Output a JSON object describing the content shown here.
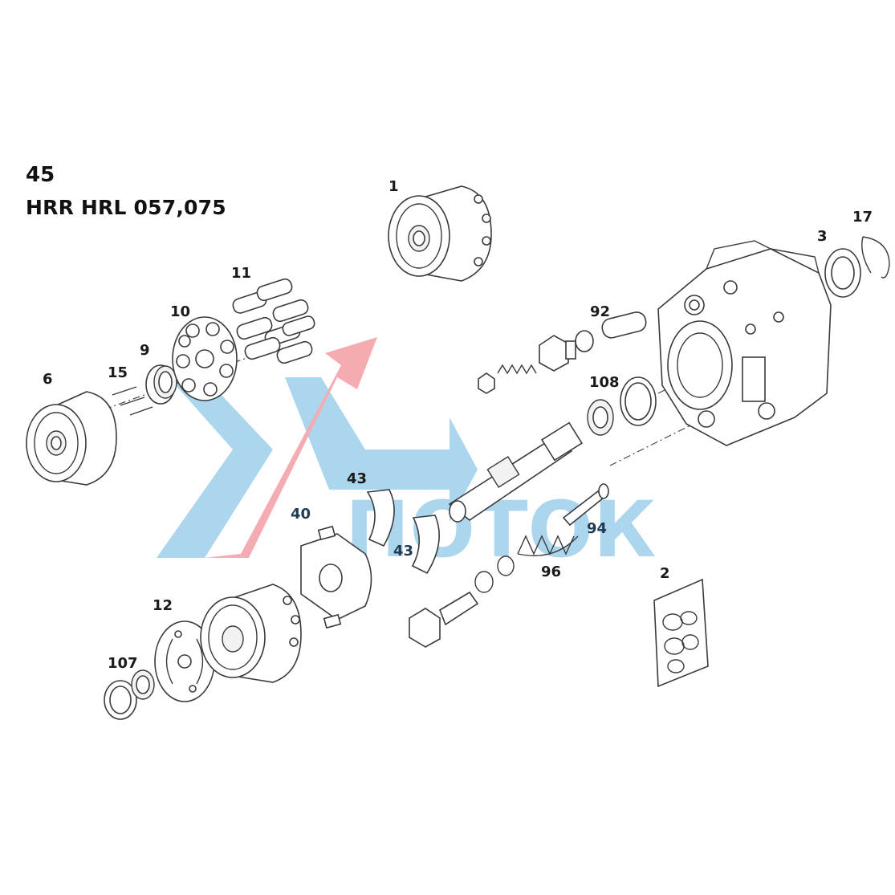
{
  "title": {
    "number": "45",
    "model": "HRR HRL 057,075"
  },
  "watermark": {
    "text": "ПОТОК",
    "color_blue": "#a8d4ee",
    "color_red": "#f4a7ad"
  },
  "callouts": [
    {
      "id": "1",
      "text": "1"
    },
    {
      "id": "2",
      "text": "2"
    },
    {
      "id": "3",
      "text": "3"
    },
    {
      "id": "6",
      "text": "6"
    },
    {
      "id": "9",
      "text": "9"
    },
    {
      "id": "10",
      "text": "10"
    },
    {
      "id": "11",
      "text": "11"
    },
    {
      "id": "12",
      "text": "12"
    },
    {
      "id": "15",
      "text": "15"
    },
    {
      "id": "17",
      "text": "17"
    },
    {
      "id": "40",
      "text": "40"
    },
    {
      "id": "43a",
      "text": "43"
    },
    {
      "id": "43b",
      "text": "43"
    },
    {
      "id": "92",
      "text": "92"
    },
    {
      "id": "94",
      "text": "94"
    },
    {
      "id": "96",
      "text": "96"
    },
    {
      "id": "107",
      "text": "107"
    },
    {
      "id": "108",
      "text": "108"
    }
  ]
}
